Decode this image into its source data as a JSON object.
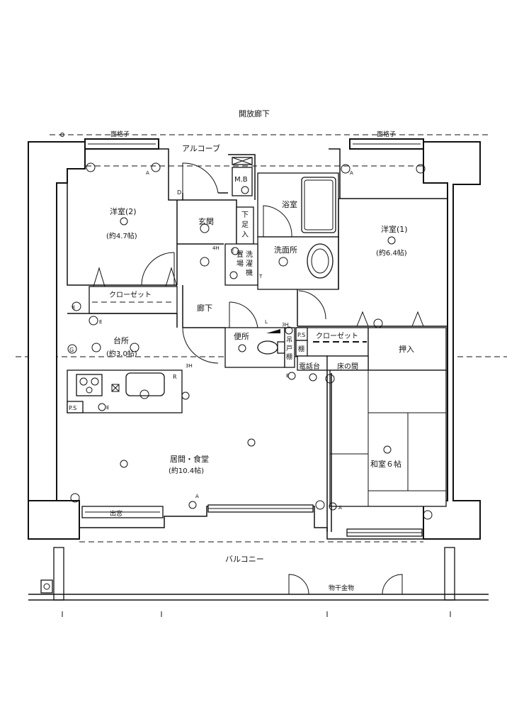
{
  "plan": {
    "corridor": "開放廊下",
    "alcove": "アルコーブ",
    "lattice_left": "面格子",
    "lattice_right": "面格子",
    "western2": "洋室(2)",
    "western2_size": "(約4.7帖)",
    "western1": "洋室(1)",
    "western1_size": "(約6.4帖)",
    "mb": "M.B",
    "entrance": "玄関",
    "shoebox_1": "下",
    "shoebox_2": "足",
    "shoebox_3": "入",
    "bath": "浴室",
    "washroom": "洗面所",
    "washer_1": "洗",
    "washer_2": "濯",
    "washer_3": "機",
    "washer_4": "置",
    "washer_5": "場",
    "closet_left": "クローゼット",
    "closet_right": "クローゼット",
    "hallway": "廊下",
    "toilet": "便所",
    "kitchen": "台所",
    "kitchen_size": "(約3.0帖)",
    "linen_1": "吊",
    "linen_2": "戸",
    "linen_3": "棚",
    "shelf": "棚",
    "ps_right": "P.S",
    "ps_left": "P.S",
    "phone": "電話台",
    "tokonoma": "床の間",
    "oshiire": "押入",
    "living": "居間・食堂",
    "living_size": "(約10.4帖)",
    "japanese": "和室６帖",
    "bay_window": "出窓",
    "balcony": "バルコニー",
    "laundry_hanger": "物干金物",
    "mark_4h": "4H",
    "mark_3h": "3H",
    "mark_3h_b": "3H",
    "mark_e1": "E",
    "mark_e2": "E",
    "mark_e3": "E",
    "mark_e4": "E",
    "mark_e5": "E",
    "mark_a1": "A",
    "mark_a2": "A",
    "mark_a3": "A",
    "mark_a4": "A",
    "mark_l": "L",
    "mark_t": "T",
    "mark_g": "G",
    "mark_r": "R",
    "mark_d": "D"
  }
}
